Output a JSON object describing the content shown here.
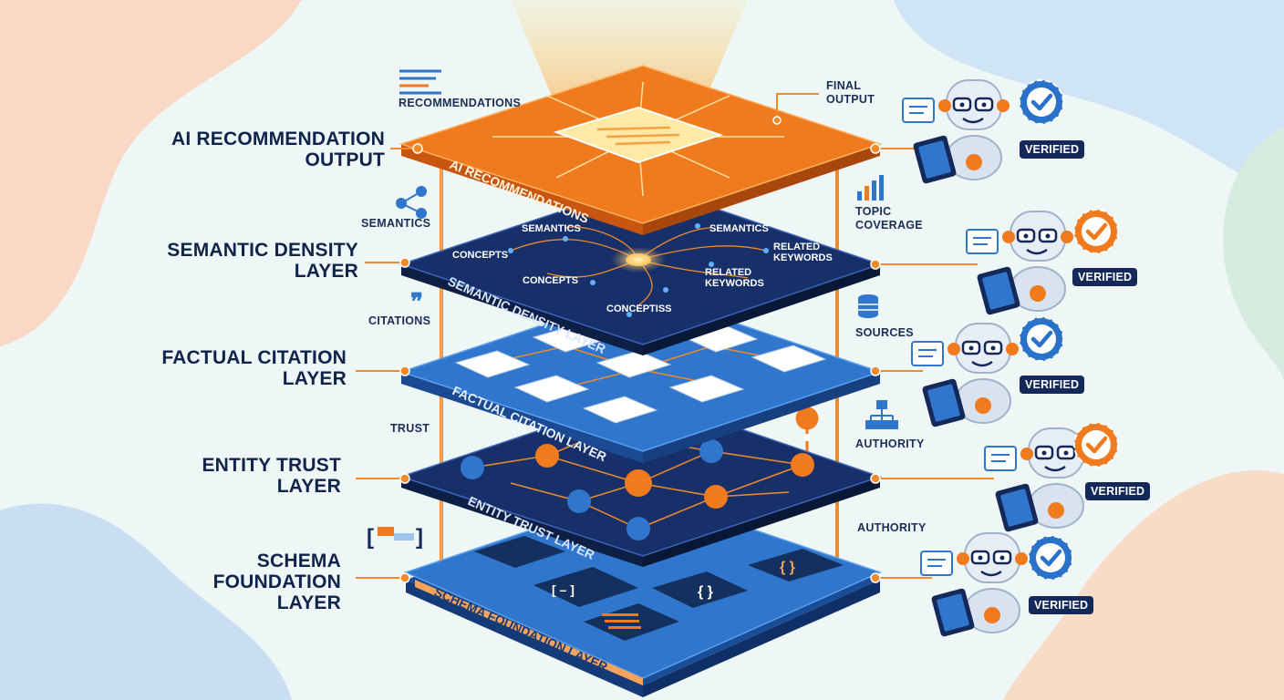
{
  "layers": [
    {
      "title": "AI RECOMMENDATION\nOUTPUT",
      "plate_label": "AI RECOMMENDATIONS"
    },
    {
      "title": "SEMANTIC DENSITY\nLAYER",
      "plate_label": "SEMANTIC DENSITY LAYER"
    },
    {
      "title": "FACTUAL CITATION\nLAYER",
      "plate_label": "FACTUAL CITATION LAYER"
    },
    {
      "title": "ENTITY TRUST\nLAYER",
      "plate_label": "ENTITY TRUST LAYER"
    },
    {
      "title": "SCHEMA\nFOUNDATION\nLAYER",
      "plate_label": "SCHEMA FOUNDATION LAYER"
    }
  ],
  "left_small_labels": {
    "recommendations": "RECOMMENDATIONS",
    "semantics": "SEMANTICS",
    "citations": "CITATIONS",
    "trust": "TRUST"
  },
  "right_labels": {
    "final_output": "FINAL\nOUTPUT",
    "topic_coverage": "TOPIC\nCOVERAGE",
    "sources": "SOURCES",
    "authority_1": "AUTHORITY",
    "authority_2": "AUTHORITY"
  },
  "semantic_nodes": {
    "semantics_1": "SEMANTICS",
    "semantics_2": "SEMANTICS",
    "concepts_1": "CONCEPTS",
    "concepts_2": "CONCEPTS",
    "concepts_3": "CONCEPTISS",
    "related_1": "RELATED\nKEYWORDS",
    "related_2": "RELATED\nKEYWORDS"
  },
  "verified_label": "VERIFIED",
  "colors": {
    "orange": "#f07a1e",
    "navy": "#13285a",
    "blue": "#2f73c8",
    "badge_blue": "#2a72c9",
    "badge_orange": "#f07a1e"
  }
}
